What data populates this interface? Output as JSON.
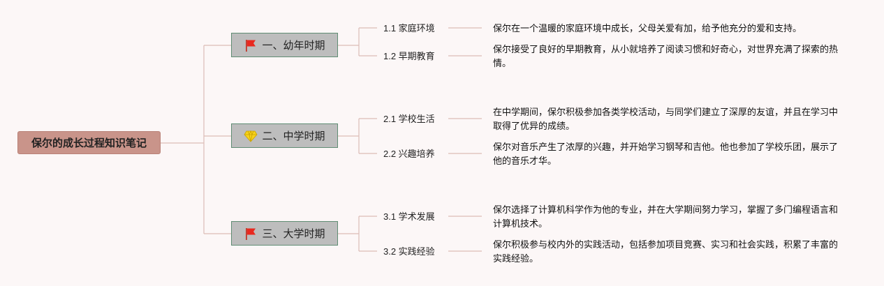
{
  "root": {
    "label": "保尔的成长过程知识笔记"
  },
  "branches": [
    {
      "label": "一、幼年时期",
      "icon": "red-flag-icon",
      "leaves": [
        {
          "label": "1.1 家庭环境",
          "desc": "保尔在一个温暖的家庭环境中成长，父母关爱有加，给予他充分的爱和支持。"
        },
        {
          "label": "1.2 早期教育",
          "desc": "保尔接受了良好的早期教育，从小就培养了阅读习惯和好奇心，对世界充满了探索的热情。"
        }
      ]
    },
    {
      "label": "二、中学时期",
      "icon": "diamond-gem-icon",
      "leaves": [
        {
          "label": "2.1 学校生活",
          "desc": "在中学期间，保尔积极参加各类学校活动，与同学们建立了深厚的友谊，并且在学习中取得了优异的成绩。"
        },
        {
          "label": "2.2 兴趣培养",
          "desc": "保尔对音乐产生了浓厚的兴趣，并开始学习钢琴和吉他。他也参加了学校乐团，展示了他的音乐才华。"
        }
      ]
    },
    {
      "label": "三、大学时期",
      "icon": "red-flag-icon",
      "leaves": [
        {
          "label": "3.1 学术发展",
          "desc": "保尔选择了计算机科学作为他的专业，并在大学期间努力学习，掌握了多门编程语言和计算机技术。"
        },
        {
          "label": "3.2 实践经验",
          "desc": "保尔积极参与校内外的实践活动，包括参加项目竞赛、实习和社会实践，积累了丰富的实践经验。"
        }
      ]
    }
  ],
  "colors": {
    "background": "#fcf7f7",
    "root_fill": "#c9948a",
    "branch_fill": "#bdbdbd",
    "branch_border": "#5f8c73",
    "connector": "#dcbcb6"
  }
}
